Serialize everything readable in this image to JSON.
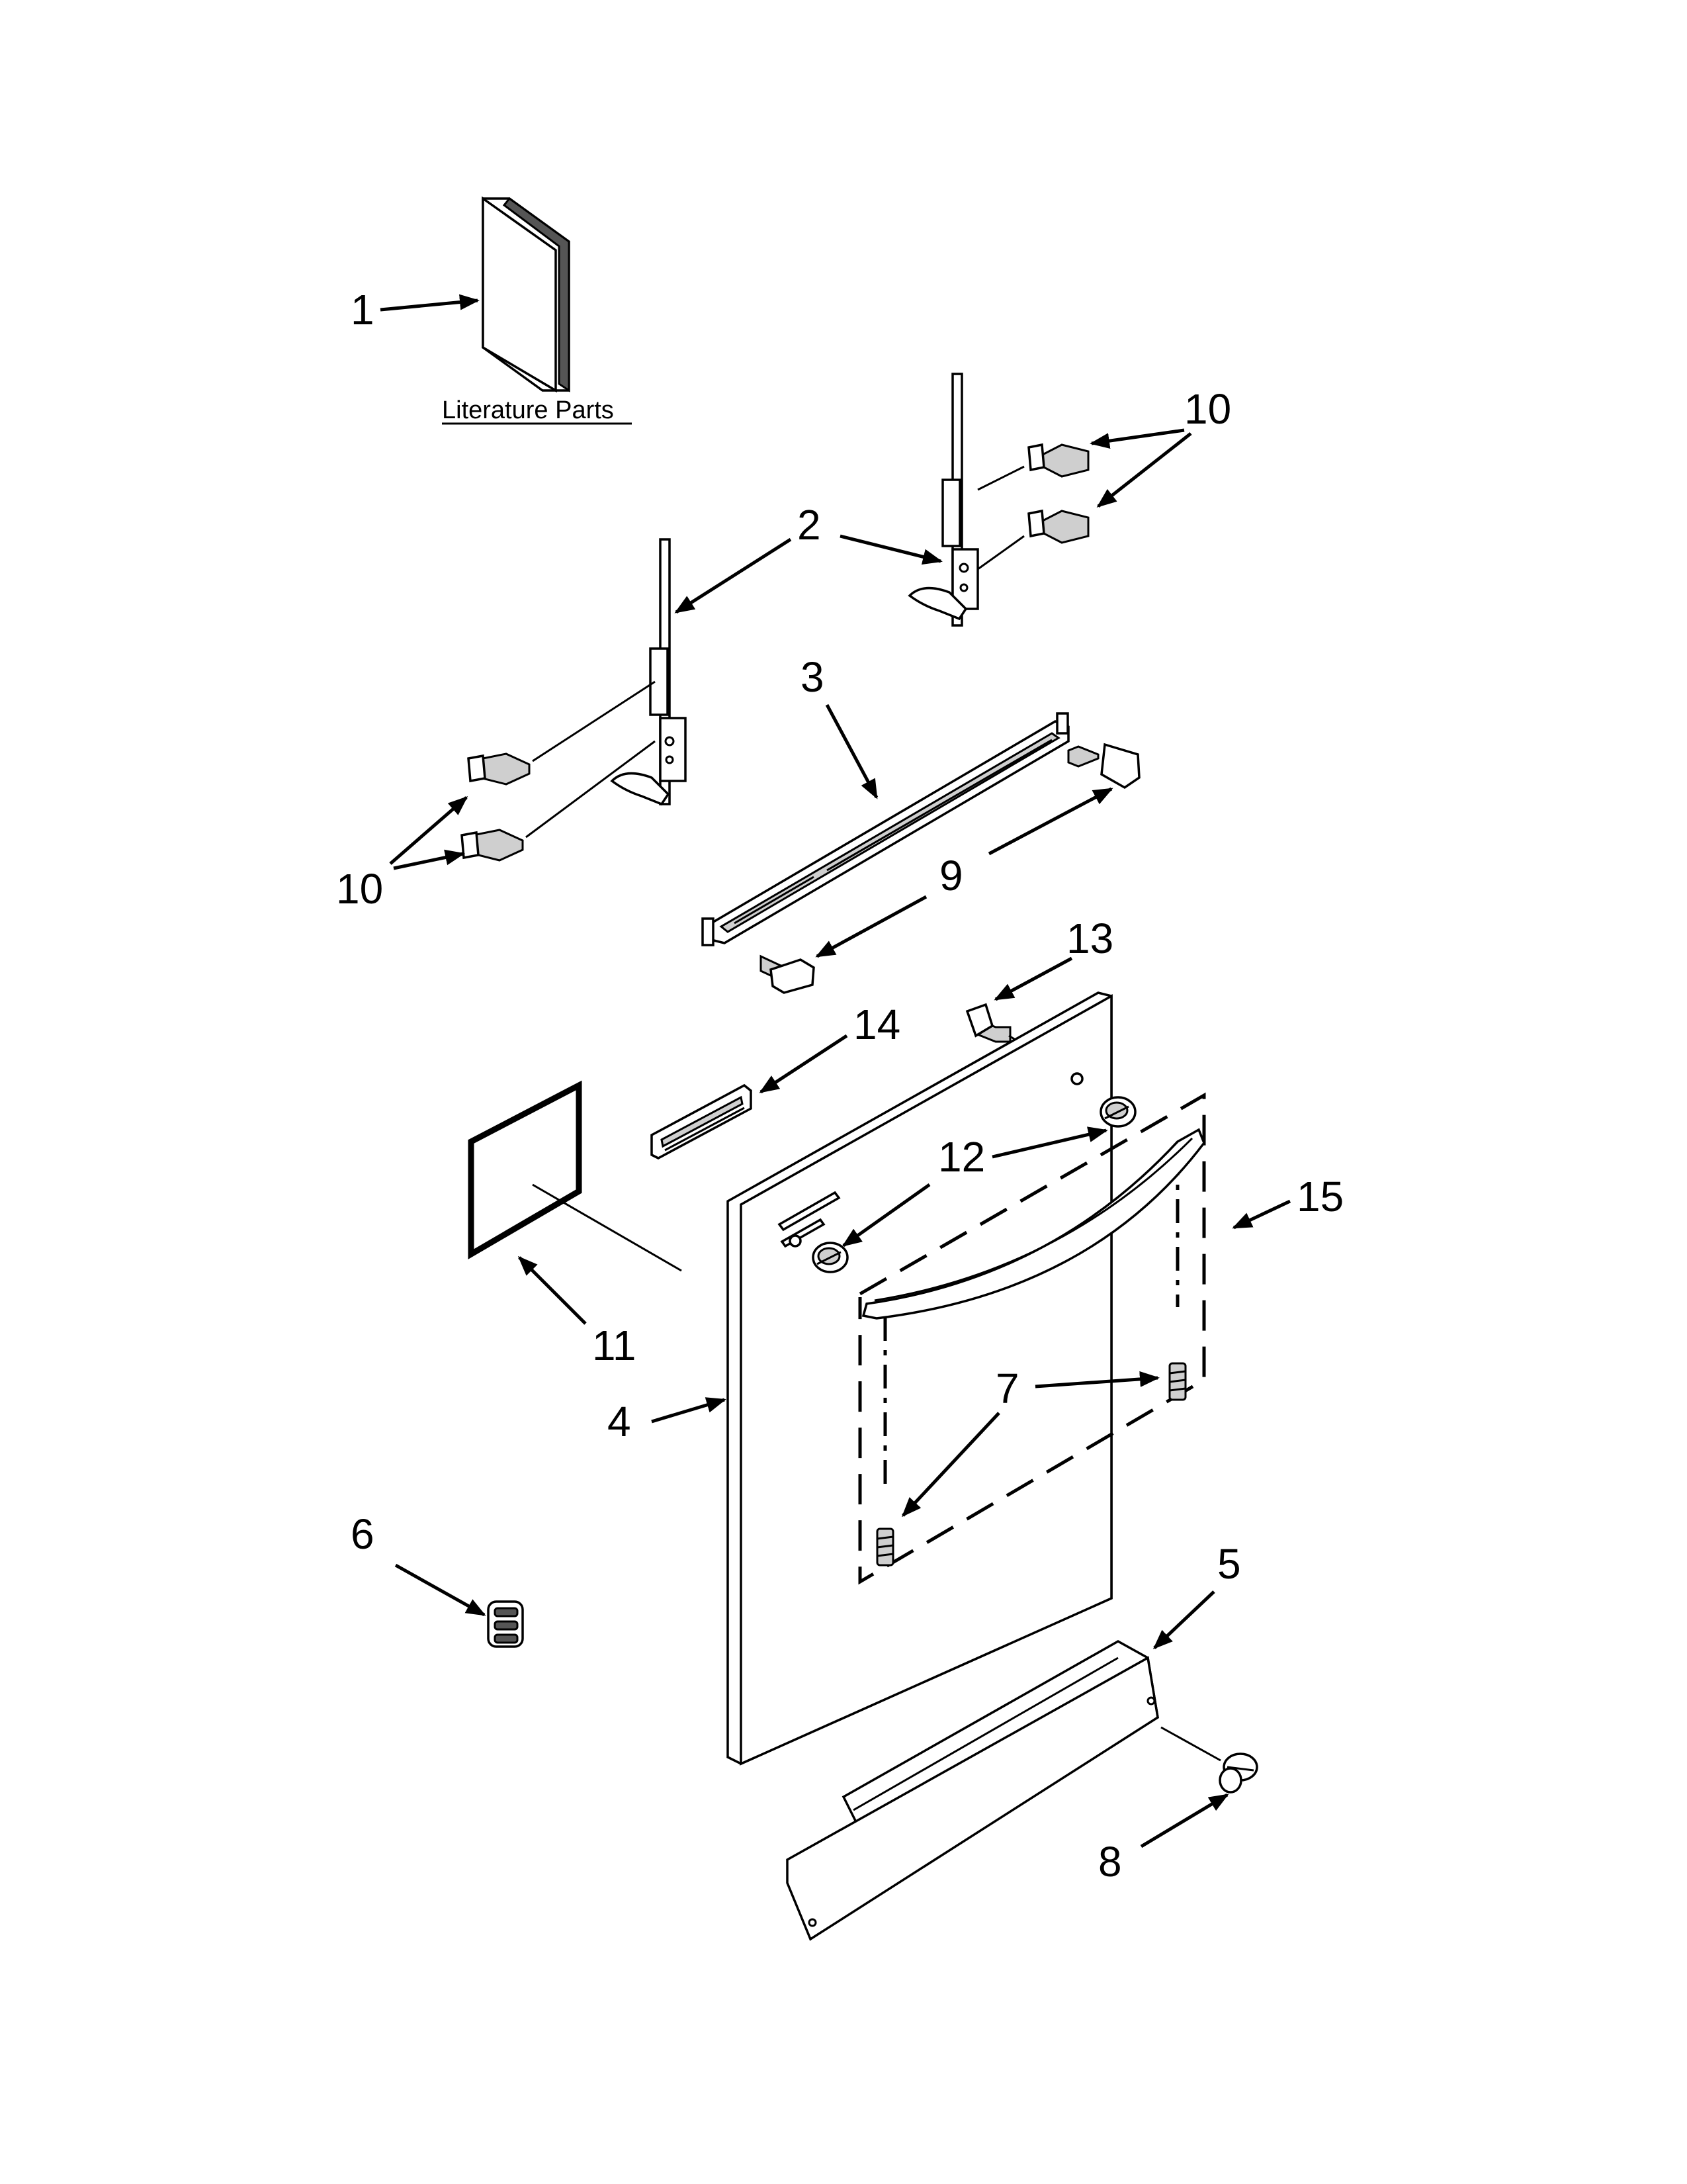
{
  "diagram": {
    "caption": "Literature Parts",
    "callouts": {
      "c1": "1",
      "c2": "2",
      "c3": "3",
      "c4": "4",
      "c5": "5",
      "c6": "6",
      "c7": "7",
      "c8": "8",
      "c9": "9",
      "c10a": "10",
      "c10b": "10",
      "c11": "11",
      "c12": "12",
      "c13": "13",
      "c14": "14",
      "c15": "15"
    }
  }
}
